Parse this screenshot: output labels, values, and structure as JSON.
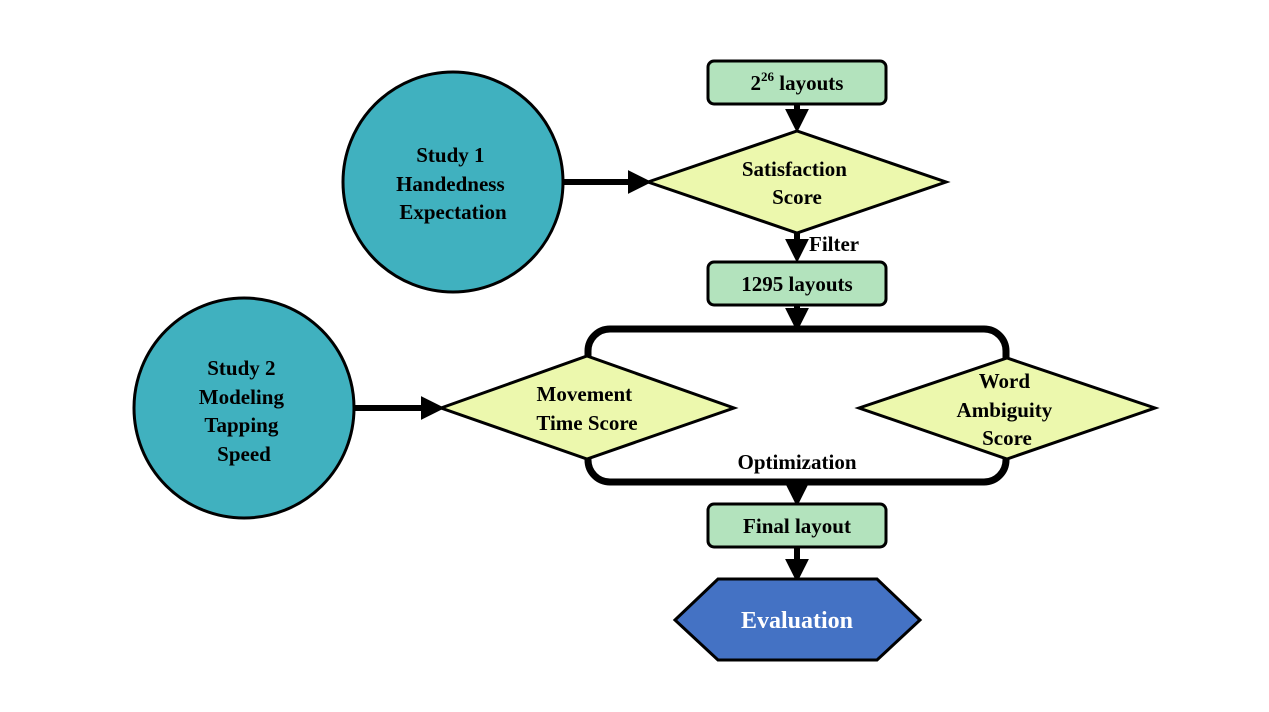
{
  "colors": {
    "study": "#40b1bf",
    "box": "#b3e3bd",
    "diamond": "#ecf8ad",
    "hexagon": "#4472c4",
    "hexagon_text": "#ffffff",
    "stroke": "#000000"
  },
  "studies": {
    "study1": [
      "Study 1",
      "Handedness",
      "Expectation"
    ],
    "study2": [
      "Study 2",
      "Modeling",
      "Tapping",
      "Speed"
    ]
  },
  "boxes": {
    "top_base": "2",
    "top_exponent": "26",
    "top_suffix": " layouts",
    "middle": "1295 layouts",
    "final": "Final layout"
  },
  "diamonds": {
    "satisfaction": [
      "Satisfaction",
      "Score"
    ],
    "movement": [
      "Movement",
      "Time Score"
    ],
    "ambiguity": [
      "Word",
      "Ambiguity",
      "Score"
    ]
  },
  "edge_labels": {
    "filter": "Filter",
    "optimization": "Optimization"
  },
  "terminal": {
    "evaluation": "Evaluation"
  }
}
